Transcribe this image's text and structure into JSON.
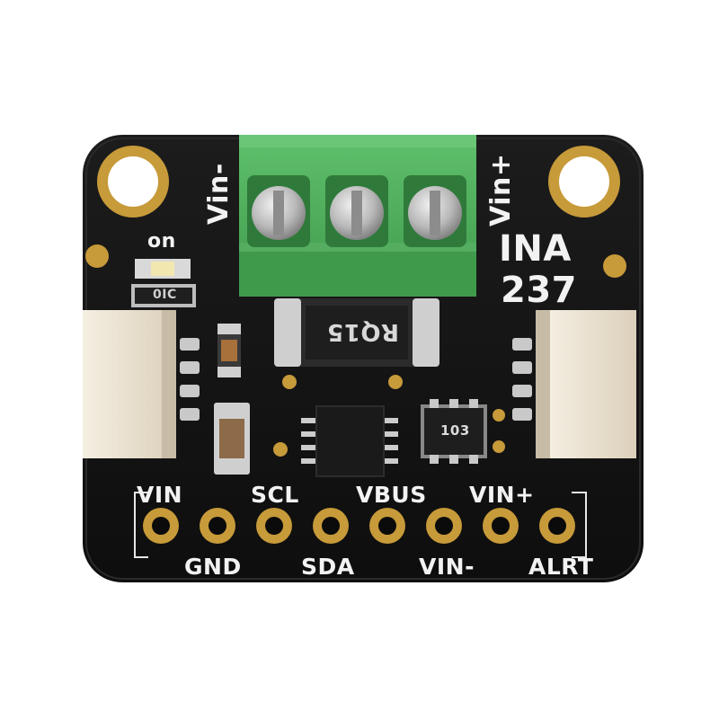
{
  "board": {
    "chip_name": "INA",
    "chip_number": "237",
    "power_led_label": "on",
    "terminal_left_label": "Vin-",
    "terminal_right_label": "Vin+",
    "diode_marking": "RQ15",
    "resistor_marking": "103",
    "small_resistor_marking": "0IC",
    "pins_top": [
      "VIN",
      "SCL",
      "VBUS",
      "VIN+"
    ],
    "pins_bottom": [
      "GND",
      "SDA",
      "VIN-",
      "ALRT"
    ]
  },
  "colors": {
    "pcb": "#141414",
    "terminal_block": "#4caf5c",
    "gold_pad": "#c79a3a",
    "connector": "#ece3d3",
    "silkscreen": "#f2f2f2"
  }
}
